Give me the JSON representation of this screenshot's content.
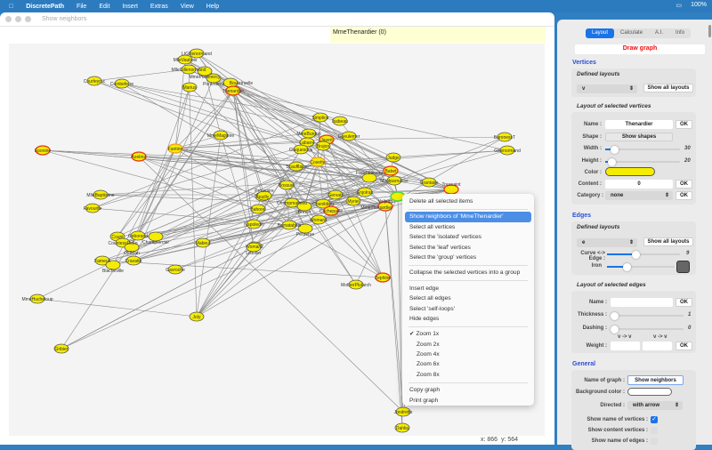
{
  "menubar": {
    "app": "DiscretePath",
    "items": [
      "File",
      "Edit",
      "Insert",
      "Extras",
      "View",
      "Help"
    ],
    "battery": "100%"
  },
  "window": {
    "title": "Show neighbors",
    "selection": "MmeThenardier (0)",
    "status_x": "x: 866",
    "status_y": "y: 564"
  },
  "graph": {
    "vertex_color": "#f5ec00",
    "highlight_color": "#e53a1b",
    "selected_color": "#4cd93a",
    "vertices": [
      "LtGillenormand",
      "MlleVaubois",
      "MlleGillenormand",
      "MmePontmercy",
      "Pontmercy",
      "Boulatruelle",
      "Thenardier",
      "Marius",
      "Courfeyrac",
      "Combeferre",
      "Eponine",
      "Azelma",
      "Fantine",
      "MmeMagloire",
      "MlleBaptistine",
      "Favourite",
      "Feuilly",
      "Bahorel",
      "Simplice",
      "Isabeau",
      "MmeBurgon",
      "Javert",
      "Gueulemer",
      "Labarre",
      "Brujon",
      "Claquesous",
      "Cosette",
      "Scaufflaire",
      "Judge",
      "Babet",
      "Montparnasse",
      "Fauchelevent",
      "Enjolras",
      "MmeThenardier",
      "Valjean",
      "Grantaire",
      "Toussaint",
      "BaronessT",
      "Gillenormand",
      "Bossuet",
      "Prouvaire",
      "Gervais",
      "Myriel",
      "Champmathieu",
      "Brevet",
      "Chenildieu",
      "Cochepaille",
      "Napoleon",
      "Bamatabois",
      "Perpetue",
      "Woman1",
      "Woman2",
      "Count",
      "Geborand",
      "Champtercier",
      "CountessDeLo",
      "OldMan",
      "Cravatte",
      "Gavroche",
      "Mabeuf",
      "Listolier",
      "Fameuil",
      "Blacheville",
      "MmeHucheloup",
      "Joly",
      "Gribier",
      "MotherPlutarch",
      "Jondrette",
      "Dahlia",
      "Zephine"
    ]
  },
  "context_menu": {
    "items": [
      "Delete all selected items",
      "Show neighbors of 'MmeThenardier'",
      "Select all vertices",
      "Select the 'isolated' vertices",
      "Select the 'leaf' vertices",
      "Select the 'group' vertices",
      "Collapse the selected vertices into a group",
      "Insert edge",
      "Select all edges",
      "Select 'self-loops'",
      "Hide edges",
      "Zoom 1x",
      "Zoom 2x",
      "Zoom 4x",
      "Zoom 6x",
      "Zoom 8x",
      "Copy graph",
      "Print graph"
    ],
    "checked": "Zoom 1x",
    "checkmark": "✔"
  },
  "panel": {
    "tabs": [
      "Layout",
      "Calculate",
      "A.I.",
      "Info"
    ],
    "active_tab": "Layout",
    "draw_graph": "Draw graph",
    "vertices": {
      "heading": "Vertices",
      "defined_layouts": "Defined layouts",
      "layout_value": "v",
      "show_all": "Show all layouts",
      "selected_heading": "Layout of selected vertices",
      "name_label": "Name :",
      "name_value": "Thenardier",
      "ok": "OK",
      "shape_label": "Shape :",
      "shape_btn": "Show shapes",
      "width_label": "Width :",
      "width_value": "30",
      "height_label": "Height :",
      "height_value": "20",
      "color_label": "Color :",
      "color": "#f5ec00",
      "content_label": "Content :",
      "content_value": "0",
      "category_label": "Category :",
      "category_value": "none"
    },
    "edges": {
      "heading": "Edges",
      "defined_layouts": "Defined layouts",
      "layout_value": "e",
      "show_all": "Show all layouts",
      "curve_label": "Curve <-> Edge :",
      "curve_value": "9",
      "iron_label": "Iron",
      "iron_color": "#666666",
      "selected_heading": "Layout of selected edges",
      "name_label": "Name :",
      "ok": "OK",
      "thickness_label": "Thickness :",
      "thickness_value": "1",
      "dashing_label": "Dashing :",
      "dashing_value": "0",
      "weight_label": "Weight :",
      "dir1": "v -> v",
      "dir2": "v -> v"
    },
    "general": {
      "heading": "General",
      "name_label": "Name of graph :",
      "name_value": "Show neighbors",
      "bg_label": "Background color :",
      "directed_label": "Directed :",
      "directed_value": "with arrow",
      "show_names_label": "Show name of vertices :",
      "show_names": true,
      "show_content_label": "Show content vertices :",
      "show_content": false,
      "show_edge_names_label": "Show name of edges :",
      "show_edge_names": false
    }
  }
}
